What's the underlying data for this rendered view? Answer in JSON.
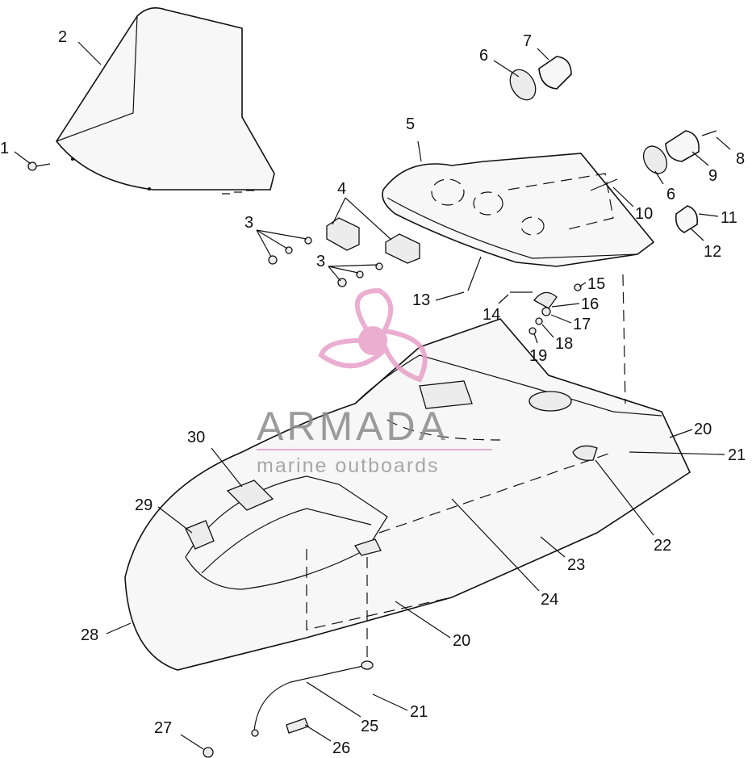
{
  "callouts": [
    {
      "id": "c1",
      "text": "1"
    },
    {
      "id": "c2",
      "text": "2"
    },
    {
      "id": "c3a",
      "text": "3"
    },
    {
      "id": "c3b",
      "text": "3"
    },
    {
      "id": "c4",
      "text": "4"
    },
    {
      "id": "c5",
      "text": "5"
    },
    {
      "id": "c6a",
      "text": "6"
    },
    {
      "id": "c6b",
      "text": "6"
    },
    {
      "id": "c7",
      "text": "7"
    },
    {
      "id": "c8",
      "text": "8"
    },
    {
      "id": "c9",
      "text": "9"
    },
    {
      "id": "c10",
      "text": "10"
    },
    {
      "id": "c11",
      "text": "11"
    },
    {
      "id": "c12",
      "text": "12"
    },
    {
      "id": "c13",
      "text": "13"
    },
    {
      "id": "c14",
      "text": "14"
    },
    {
      "id": "c15",
      "text": "15"
    },
    {
      "id": "c16",
      "text": "16"
    },
    {
      "id": "c17",
      "text": "17"
    },
    {
      "id": "c18",
      "text": "18"
    },
    {
      "id": "c19",
      "text": "19"
    },
    {
      "id": "c20a",
      "text": "20"
    },
    {
      "id": "c20b",
      "text": "20"
    },
    {
      "id": "c21a",
      "text": "21"
    },
    {
      "id": "c21b",
      "text": "21"
    },
    {
      "id": "c22",
      "text": "22"
    },
    {
      "id": "c23",
      "text": "23"
    },
    {
      "id": "c24",
      "text": "24"
    },
    {
      "id": "c25",
      "text": "25"
    },
    {
      "id": "c26",
      "text": "26"
    },
    {
      "id": "c27",
      "text": "27"
    },
    {
      "id": "c28",
      "text": "28"
    },
    {
      "id": "c29",
      "text": "29"
    },
    {
      "id": "c30",
      "text": "30"
    }
  ],
  "watermark": {
    "brand": "ARMADA",
    "tagline": "marine outboards",
    "color": "#e8a0c8"
  }
}
